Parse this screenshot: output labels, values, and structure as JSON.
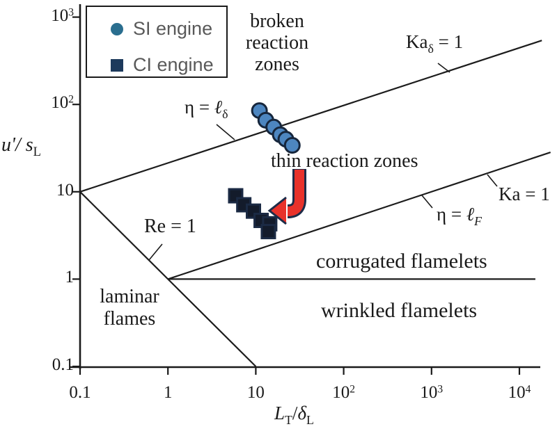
{
  "colors": {
    "axis": "#1a1a1a",
    "boundary_line": "#1c1c1c",
    "si_fill": "#4d86c0",
    "si_stroke": "#16263c",
    "ci_fill": "#131b2b",
    "ci_stroke": "#1b2a44",
    "arrow_fill": "#e8322b",
    "arrow_outline": "#1c2c49",
    "legend_text": "#595959",
    "legend_si": "#2a6e8f",
    "legend_ci": "#1d3a5c"
  },
  "legend": {
    "items": [
      {
        "label": "SI engine",
        "marker": "circle"
      },
      {
        "label": "CI engine",
        "marker": "square"
      }
    ]
  },
  "axis_labels": {
    "y": {
      "main": "u'/ s",
      "sub": "L"
    },
    "x": {
      "l1": "L",
      "s1": "T",
      "slash": "/",
      "delta": "δ",
      "s2": "L"
    }
  },
  "ticks": {
    "x": [
      {
        "t": "0.1"
      },
      {
        "t": "1"
      },
      {
        "t": "10"
      },
      {
        "t": "10",
        "e": "2"
      },
      {
        "t": "10",
        "e": "3"
      },
      {
        "t": "10",
        "e": "4"
      }
    ],
    "y": [
      {
        "t": "10",
        "e": "3"
      },
      {
        "t": "10",
        "e": "2"
      },
      {
        "t": "10"
      },
      {
        "t": "1"
      },
      {
        "t": "0.1"
      }
    ]
  },
  "regions": {
    "broken": {
      "l1": "broken",
      "l2": "reaction",
      "l3": "zones"
    },
    "thin": "thin reaction zones",
    "corrugated": "corrugated flamelets",
    "wrinkled": "wrinkled flamelets",
    "laminar": {
      "l1": "laminar",
      "l2": "flames"
    }
  },
  "line_labels": {
    "ka_delta": {
      "base": "Ka",
      "sub": "δ",
      "rest": " = 1"
    },
    "ka": "Ka = 1",
    "re": "Re = 1",
    "eta_delta": {
      "base": "η = ",
      "ell": "ℓ",
      "sub": "δ"
    },
    "eta_f": {
      "base": "η = ",
      "ell": "ℓ",
      "sub": "F"
    }
  },
  "chart_data": {
    "type": "scatter",
    "title": "",
    "x_axis": {
      "label": "L_T/δ_L",
      "scale": "log",
      "range": [
        0.1,
        10000
      ],
      "ticks": [
        0.1,
        1,
        10,
        100,
        1000,
        10000
      ]
    },
    "y_axis": {
      "label": "u'/s_L",
      "scale": "log",
      "range": [
        0.1,
        1000
      ],
      "ticks": [
        1000,
        100,
        10,
        1,
        0.1
      ]
    },
    "grid": false,
    "legend_position": "top-left",
    "series": [
      {
        "name": "SI engine",
        "marker": "circle",
        "color": "#4d86c0",
        "points": [
          [
            11,
            85
          ],
          [
            13,
            66
          ],
          [
            16,
            55
          ],
          [
            19,
            45
          ],
          [
            22,
            40
          ],
          [
            26,
            34
          ]
        ]
      },
      {
        "name": "CI engine",
        "marker": "square",
        "color": "#131b2b",
        "points": [
          [
            5.9,
            9.0
          ],
          [
            7.3,
            7.1
          ],
          [
            9.4,
            6.0
          ],
          [
            11.5,
            4.7
          ],
          [
            14.4,
            4.3
          ],
          [
            13.9,
            3.5
          ]
        ]
      }
    ],
    "boundary_lines": [
      {
        "name": "Ka_δ = 1",
        "from": [
          0.1,
          10
        ],
        "to": [
          18000,
          540
        ]
      },
      {
        "name": "Ka = 1 (η = ℓ_F)",
        "from": [
          1,
          1
        ],
        "to": [
          22600,
          28.3
        ]
      },
      {
        "name": "Re = 1",
        "from": [
          0.1,
          10
        ],
        "to": [
          10,
          0.1
        ]
      },
      {
        "name": "corrugated/wrinkled boundary",
        "from": [
          1,
          1
        ],
        "to": [
          15200,
          1
        ]
      }
    ],
    "regimes": [
      "broken reaction zones",
      "thin reaction zones",
      "corrugated flamelets",
      "wrinkled flamelets",
      "laminar flames"
    ],
    "annotations": [
      {
        "type": "arrow",
        "color": "#e8322b",
        "from": "thin reaction zones",
        "to": "CI engine points"
      }
    ]
  }
}
